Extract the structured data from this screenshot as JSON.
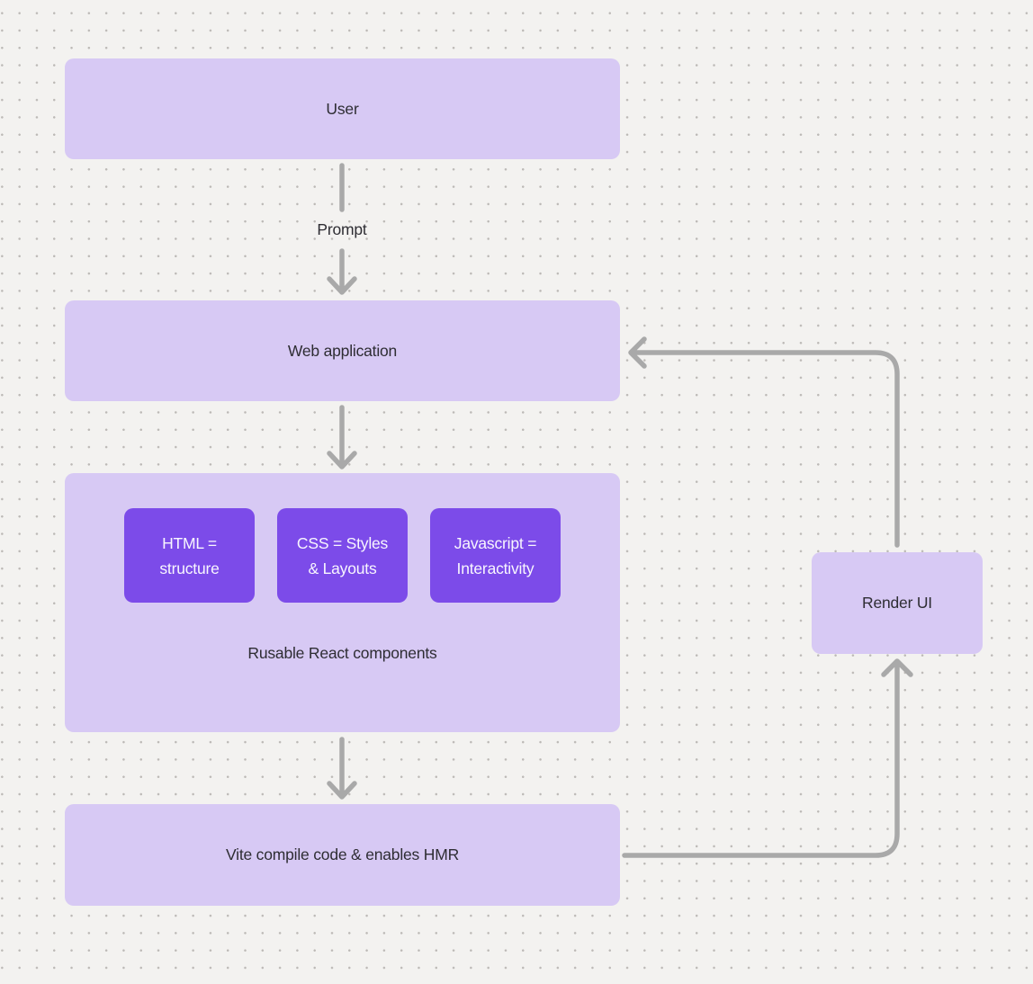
{
  "canvas": {
    "background_color": "#f3f2f0",
    "dot_color": "#bcb9b6"
  },
  "colors": {
    "node_fill": "#d7c9f4",
    "accent_fill": "#7c4be9",
    "connector": "#a9a9a9",
    "node_text": "#2e2d33",
    "accent_text": "#f8f6fe"
  },
  "nodes": {
    "user": {
      "label": "User"
    },
    "web_application": {
      "label": "Web application"
    },
    "components": {
      "label": "Rusable React components",
      "chips": [
        {
          "lines": [
            "HTML =",
            "structure"
          ]
        },
        {
          "lines": [
            "CSS = Styles",
            "& Layouts"
          ]
        },
        {
          "lines": [
            "Javascript =",
            "Interactivity"
          ]
        }
      ]
    },
    "vite": {
      "label": "Vite compile code & enables HMR"
    },
    "render_ui": {
      "label": "Render UI"
    }
  },
  "edge_labels": {
    "prompt": "Prompt"
  }
}
